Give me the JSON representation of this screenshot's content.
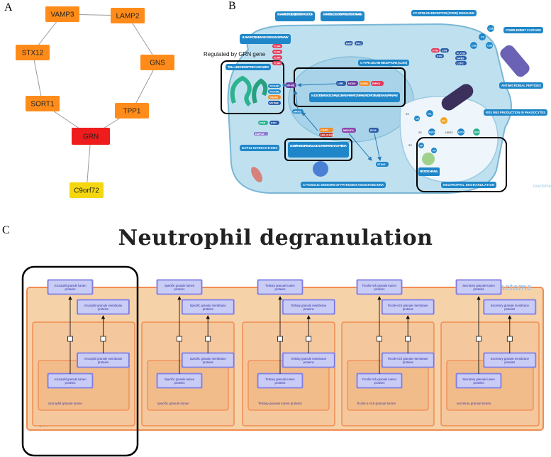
{
  "panel_labels": {
    "a": "A",
    "b": "B",
    "c": "C"
  },
  "network": {
    "colors": {
      "orange": "#ff8c1a",
      "red": "#ee1c1c",
      "yellow": "#f5d70f"
    },
    "nodes": [
      {
        "id": "VAMP3",
        "label": "VAMP3",
        "color": "orange"
      },
      {
        "id": "LAMP2",
        "label": "LAMP2",
        "color": "orange"
      },
      {
        "id": "STX12",
        "label": "STX12",
        "color": "orange"
      },
      {
        "id": "GNS",
        "label": "GNS",
        "color": "orange"
      },
      {
        "id": "SORT1",
        "label": "SORT1",
        "color": "orange"
      },
      {
        "id": "TPP1",
        "label": "TPP1",
        "color": "orange"
      },
      {
        "id": "GRN",
        "label": "GRN",
        "color": "red"
      },
      {
        "id": "C9orf72",
        "label": "C9orf72",
        "color": "yellow"
      }
    ],
    "edges": [
      [
        "VAMP3",
        "LAMP2"
      ],
      [
        "VAMP3",
        "STX12"
      ],
      [
        "LAMP2",
        "GNS"
      ],
      [
        "STX12",
        "SORT1"
      ],
      [
        "GNS",
        "TPP1"
      ],
      [
        "SORT1",
        "GRN"
      ],
      [
        "TPP1",
        "GRN"
      ],
      [
        "GRN",
        "C9orf72"
      ]
    ]
  },
  "pathway": {
    "regulated_label": "Regulated by GRN gene",
    "watermark": "reactome",
    "labels": {
      "fcgr": "FCGAMMA RECEPTOR (FCGR) DEPENDENT PHAGOCYTOSIS",
      "glyco": "ADVANCED GLYCOSYLATION ENDPRODUCT RECEPTOR SIGNALING",
      "fceri": "FC EPSILON RECEPTOR (FCERI) SIGNALING",
      "alpha": "ALPHA-PROTEIN KINASE 1 SIGNALING PATHWAY",
      "complement": "COMPLEMENT CASCADE",
      "tlr": "TOLL-LIKE RECEPTOR CASCADES",
      "clr": "C-TYPE LECTIN RECEPTORS (CLRS)",
      "nlr": "NUCLEOTIDE-BINDING DOMAIN, LEUCINE RICH REPEAT CONTAINING RECEPTOR (NLR) SIGNALING PATHWAYS",
      "amp": "ANTIMICROBIAL PEPTIDES",
      "ros": "ROS RNS PRODUCTION IN PHAGOCYTES",
      "dap12": "DAP12 INTERACTIONS",
      "ddx": "DDX58/IFIH1 MEDIATED INDUCTION OF INTERFERON-ALPHA/BETA",
      "cytosolic": "CYTOSOLIC SENSORS OF PATHOGEN-ASSOCIATED DNA",
      "neutrophil": "NEUTROPHIL DEGRANULATION",
      "proton": "PROTON CHANNEL"
    },
    "mol": {
      "tlr_a": "TLR4",
      "tlr_b": "TLR4",
      "tlr_c": "TLR4",
      "tlr_d": "TLR4",
      "ticam1": "TICAM1",
      "ticam2": "TICAM2",
      "traf": "TRAF6",
      "myd88": "MYD88",
      "nfkb": "NF-kB",
      "lrr": "LRR",
      "nod": "NOD2",
      "card": "CARD",
      "ripk2": "RIPK2",
      "mavs": "MAVS",
      "card_helicase_1": "CARD",
      "card_helicase_2": "HELICASE",
      "mb21d1": "MB21D1",
      "ifi16": "IFI16",
      "sting": "STING",
      "pi3k": "PI3K",
      "syk": "SYK",
      "dap12": "DAP12",
      "o2_dot": "O2.-",
      "o2": "O2",
      "cl": "Cl-",
      "h2o2_1": "H2O2",
      "h2o2_2": "H2O2",
      "h2o": "H2O",
      "hocl": "HOCl",
      "h_plus_1": "H+",
      "h_plus_2": "H+",
      "two_x_1": "2X",
      "two_x_2": "2X",
      "two_x_3": "2X",
      "c3b": "C3b",
      "c3": "C3",
      "c3a": "C3a",
      "c5b": "C5b",
      "fyn": "FYN",
      "lyn": "LYN",
      "syk2": "SYK",
      "plcg1": "PLCG1",
      "grb2": "GRB2",
      "lcp2": "LCP2",
      "bap1": "BAP1",
      "pkc": "PKC"
    }
  },
  "degranulation": {
    "title": "Neutrophil degranulation",
    "watermark": "reactome",
    "cytosol_label": "cytosol",
    "columns": [
      {
        "outer": "Azurophil granule lumen proteins",
        "membrane_top": "Azurophil granule membrane proteins",
        "membrane_bottom": "Azurophil granule membrane proteins",
        "lumen": "Azurophil granule lumen proteins",
        "compartment": "azurophil granule lumen"
      },
      {
        "outer": "Specific granule lumen proteins",
        "membrane_top": "Specific granule membrane proteins",
        "membrane_bottom": "Specific granule membrane proteins",
        "lumen": "Specific granule lumen proteins",
        "compartment": "specific granule lumen"
      },
      {
        "outer": "Tertiary granule lumen proteins",
        "membrane_top": "Tertiary granule membrane proteins",
        "membrane_bottom": "Tertiary granule membrane proteins",
        "lumen": "Tertiary granule lumen proteins",
        "compartment": "Tertiary granule lumen proteins"
      },
      {
        "outer": "Ficolin-rich granule lumen proteins",
        "membrane_top": "Ficolin-rich granule membrane proteins",
        "membrane_bottom": "Ficolin-rich granule membrane proteins",
        "lumen": "Ficolin-rich granule lumen proteins",
        "compartment": "ficolin-1-rich granule lumen"
      },
      {
        "outer": "Secretory granule lumen proteins",
        "membrane_top": "Secretory granule membrane proteins",
        "membrane_bottom": "Secretory granule membrane proteins",
        "lumen": "Secretory granule lumen proteins",
        "compartment": "secretory granule lumen"
      }
    ]
  }
}
